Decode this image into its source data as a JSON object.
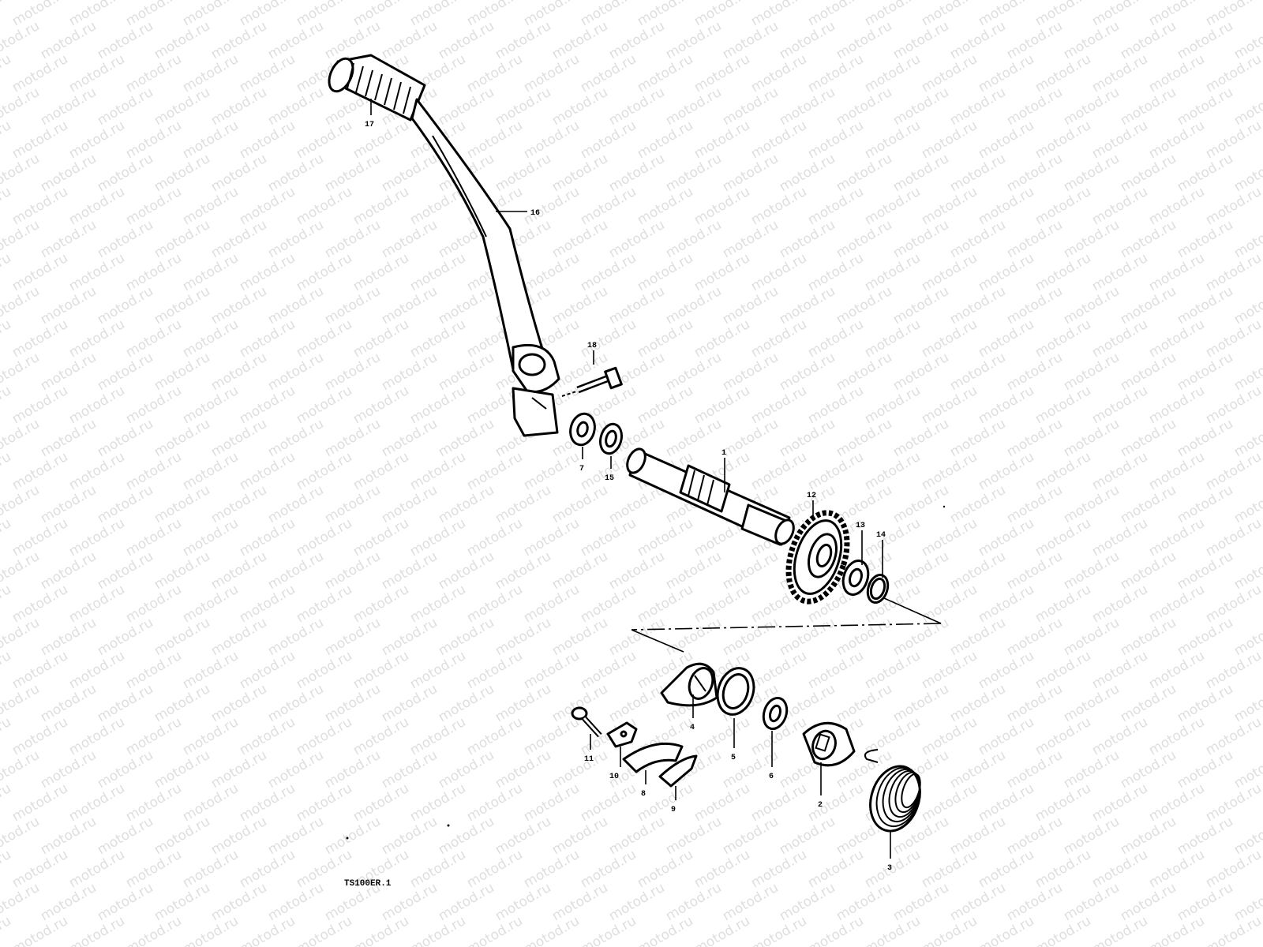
{
  "watermark": {
    "text": "motod.ru"
  },
  "drawing_code": "TS100ER.1",
  "callouts": [
    {
      "id": "17",
      "label": "17"
    },
    {
      "id": "16",
      "label": "16"
    },
    {
      "id": "18",
      "label": "18"
    },
    {
      "id": "7",
      "label": "7"
    },
    {
      "id": "15",
      "label": "15"
    },
    {
      "id": "1",
      "label": "1"
    },
    {
      "id": "12",
      "label": "12"
    },
    {
      "id": "13",
      "label": "13"
    },
    {
      "id": "14",
      "label": "14"
    },
    {
      "id": "4",
      "label": "4"
    },
    {
      "id": "5",
      "label": "5"
    },
    {
      "id": "6",
      "label": "6"
    },
    {
      "id": "2",
      "label": "2"
    },
    {
      "id": "3",
      "label": "3"
    },
    {
      "id": "11",
      "label": "11"
    },
    {
      "id": "10",
      "label": "10"
    },
    {
      "id": "8",
      "label": "8"
    },
    {
      "id": "9",
      "label": "9"
    }
  ],
  "parts": [
    "kick-pedal-rubber",
    "kick-lever",
    "pinch-bolt",
    "oil-seal",
    "washer",
    "kick-starter-shaft",
    "kick-drive-gear",
    "gear-washer",
    "circlip",
    "spring-guide",
    "spring-washer",
    "thrust-washer",
    "spring-retainer",
    "return-spring",
    "bolt",
    "plate",
    "pawl",
    "pawl-stopper"
  ]
}
